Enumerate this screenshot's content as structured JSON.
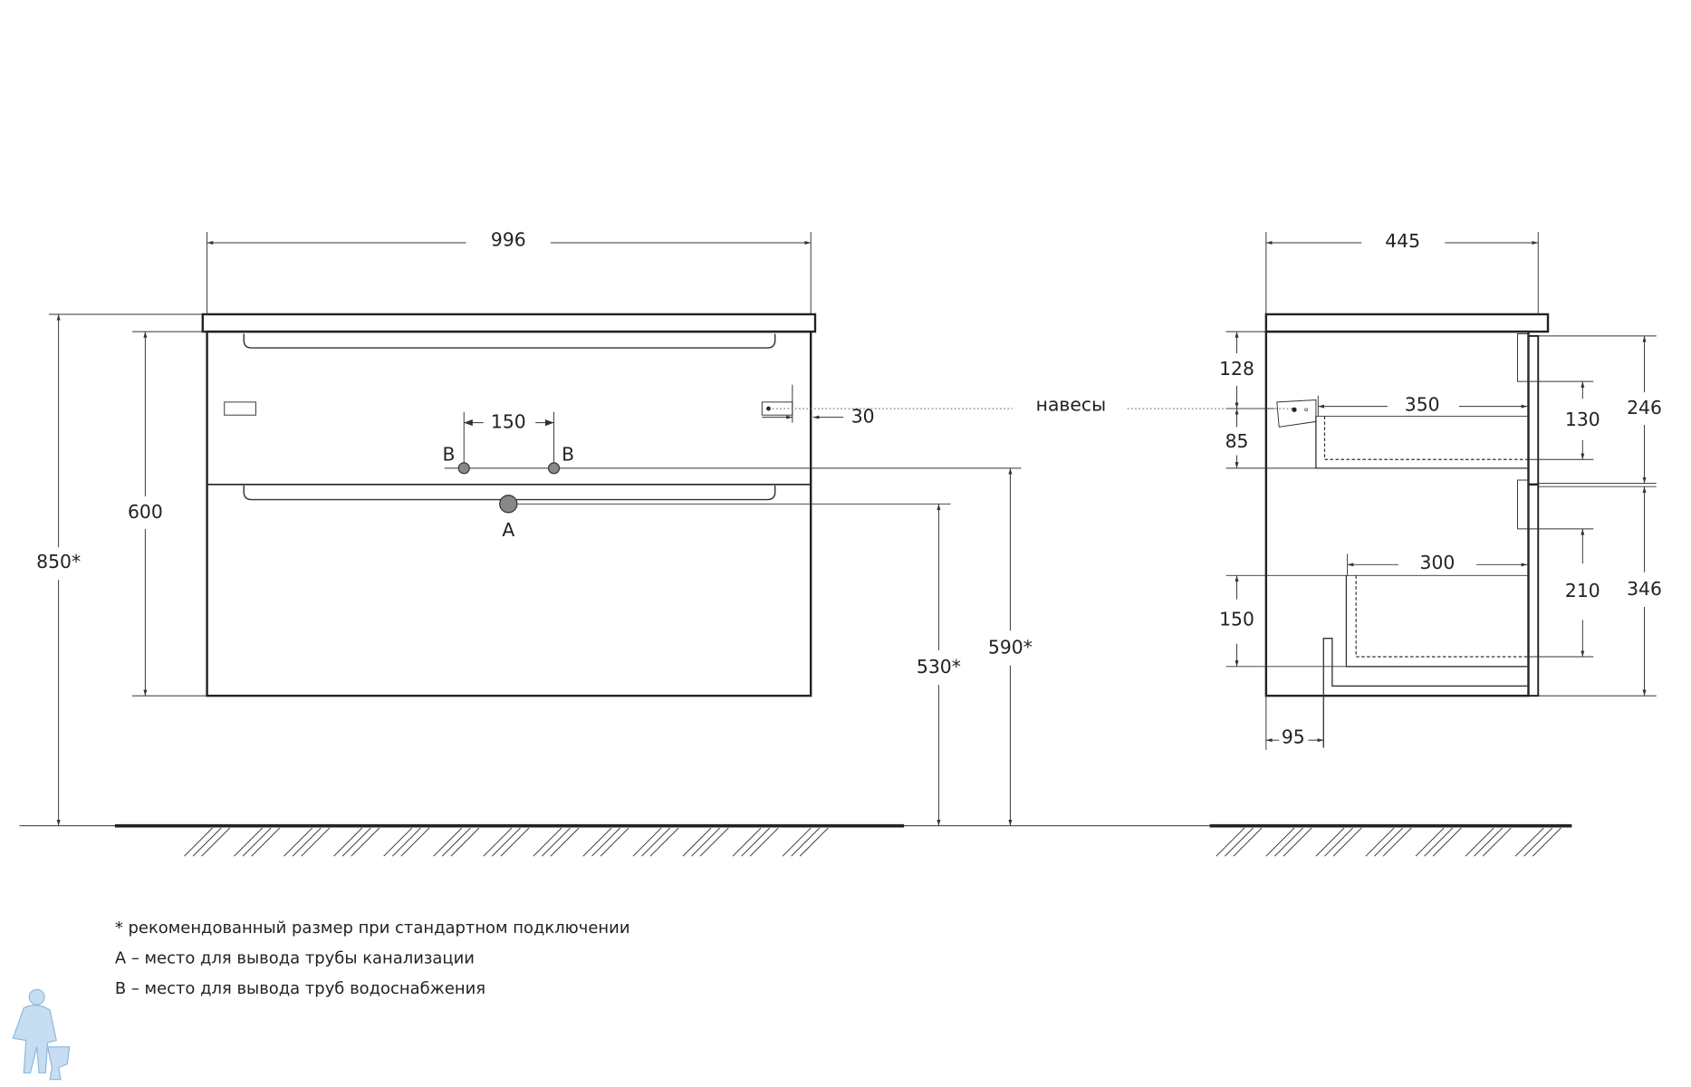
{
  "front_view": {
    "width": "996",
    "height_total": "850*",
    "height_body": "600",
    "pipe_spacing": "150",
    "label_b_left": "B",
    "label_b_right": "B",
    "label_a": "A",
    "drain_height": "530*",
    "water_height": "590*",
    "hinge_offset": "30"
  },
  "hinges_label": "навесы",
  "side_view": {
    "depth": "445",
    "d128": "128",
    "d85": "85",
    "d350": "350",
    "d130": "130",
    "d246": "246",
    "d300": "300",
    "d210": "210",
    "d346": "346",
    "d150": "150",
    "d95": "95"
  },
  "notes": [
    "* рекомендованный размер при стандартном подключении",
    "А – место для вывода трубы канализации",
    "В – место для вывода труб водоснабжения"
  ],
  "colors": {
    "line": "#222222",
    "logo": "#9cc3e6"
  }
}
